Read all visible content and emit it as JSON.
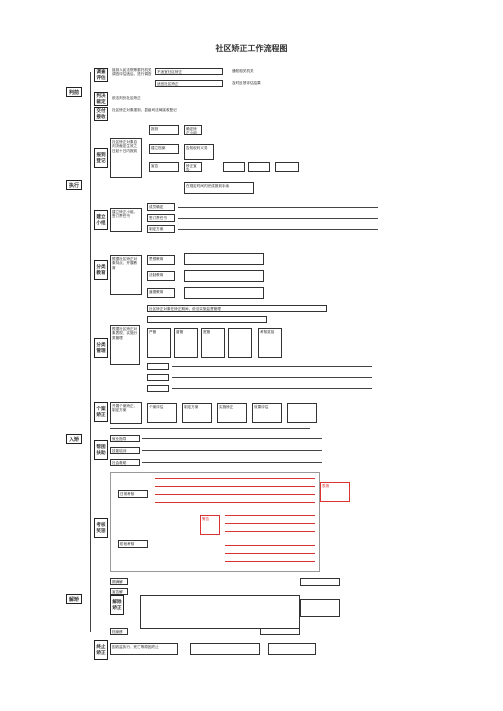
{
  "title": "社区矫正工作流程图",
  "stages": {
    "before": "判前",
    "during": "执行",
    "release": "解矫"
  },
  "before_section": {
    "phase1": "调查评估",
    "phase1_note": "接到人民法院等委托机关调查评估函后，进行调查",
    "phase1_b1": "不适宜社区矫正",
    "phase1_b2": "适宜社区矫正",
    "phase1_r1": "通知相关机关",
    "phase1_r2": "及时反馈评估结果",
    "phase2": "判决裁定",
    "phase2_note": "依法判处社区矫正",
    "phase3": "交付接收",
    "phase3_note": "社区矫正对象报到，县级司法局接收登记"
  },
  "enter_section": {
    "stage_label": "入矫",
    "phase1": "报到登记",
    "phase1_desc": "社区矫正对象自判决裁定生效之日起十日内报到",
    "phase1_items": [
      "报到",
      "建立档案",
      "宣告"
    ],
    "phase1_r1": "确定矫正小组",
    "phase1_r2": "告知权利义务",
    "phase1_r3": "矫正宣告",
    "phase1_note": "在规定时间内完成报到手续",
    "phase2": "建立小组",
    "phase2_desc": "建立矫正小组，签订责任书",
    "phase2_items": [
      "成员确定",
      "签订责任书",
      "制定方案"
    ]
  },
  "middle_section": {
    "phase1": "分类教育",
    "phase1_desc": "根据社区矫正对象特点，开展教育",
    "phase1_items": [
      "思想教育",
      "法制教育",
      "道德教育"
    ],
    "phase2": "分类管理",
    "phase2_desc": "根据社区矫正对象表现，实施分类管理",
    "phase2_top": "社区矫正对象在矫正期间，依法实施监督管理",
    "phase2_items": [
      "严管",
      "普管",
      "宽管"
    ],
    "phase2_side": "考核奖惩",
    "phase3": "个案矫正",
    "phase3_desc": "开展个案矫正，制定方案",
    "phase3_items": [
      "个案评估",
      "制定方案",
      "实施矫正",
      "效果评估"
    ]
  },
  "bottom_section": {
    "phase1": "帮困扶助",
    "phase1_items": [
      "就业指导",
      "技能培训",
      "社会救助"
    ],
    "phase2": "考核奖惩",
    "phase2_sub1": "日常考核",
    "phase2_sub2": "阶段考核",
    "phase2_reward": "表扬",
    "phase2_punish": "警告"
  },
  "release_section": {
    "phase1": "解除矫正",
    "phase1_items": [
      "期满解除",
      "宣告解除",
      "档案移交"
    ],
    "phase2": "终止矫正",
    "phase2_note": "因收监执行、死亡等原因终止"
  },
  "colors": {
    "accent_red": "#dd3333",
    "line": "#444444"
  }
}
